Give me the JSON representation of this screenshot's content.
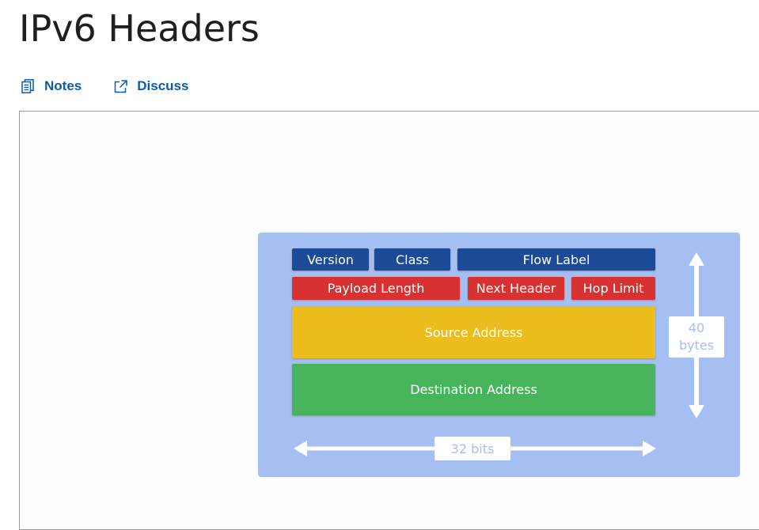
{
  "page": {
    "title": "IPv6 Headers"
  },
  "toolbar": {
    "notes_label": "Notes",
    "discuss_label": "Discuss",
    "notes_icon": "notes-icon",
    "discuss_icon": "external-link-icon"
  },
  "diagram": {
    "rows": [
      [
        {
          "label": "Version",
          "color": "#1d4a96"
        },
        {
          "label": "Class",
          "color": "#1d4a96"
        },
        {
          "label": "Flow Label",
          "color": "#1d4a96"
        }
      ],
      [
        {
          "label": "Payload Length",
          "color": "#d73131"
        },
        {
          "label": "Next Header",
          "color": "#d73131"
        },
        {
          "label": "Hop Limit",
          "color": "#d73131"
        }
      ],
      [
        {
          "label": "Source Address",
          "color": "#ecbd1c"
        }
      ],
      [
        {
          "label": "Destination Address",
          "color": "#47b45b"
        }
      ]
    ],
    "height_label_line1": "40",
    "height_label_line2": "bytes",
    "width_label": "32 bits",
    "background_color": "#a6bff2"
  }
}
